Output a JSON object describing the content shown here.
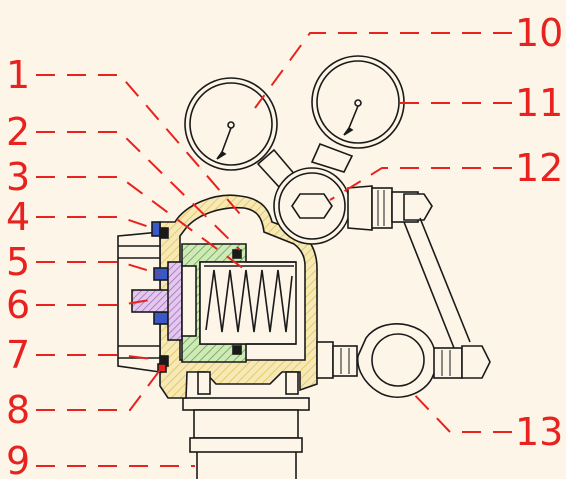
{
  "palette": {
    "background": "#fdf6e8",
    "callout": "#e8231f",
    "body_hatch": "#e8cf72",
    "spring_seat": "#7ec06a",
    "stem": "#b07cc4",
    "seal": "#3b58c9"
  },
  "callouts": [
    {
      "id": 1,
      "label": "1"
    },
    {
      "id": 2,
      "label": "2"
    },
    {
      "id": 3,
      "label": "3"
    },
    {
      "id": 4,
      "label": "4"
    },
    {
      "id": 5,
      "label": "5"
    },
    {
      "id": 6,
      "label": "6"
    },
    {
      "id": 7,
      "label": "7"
    },
    {
      "id": 8,
      "label": "8"
    },
    {
      "id": 9,
      "label": "9"
    },
    {
      "id": 10,
      "label": "10"
    },
    {
      "id": 11,
      "label": "11"
    },
    {
      "id": 12,
      "label": "12"
    },
    {
      "id": 13,
      "label": "13"
    }
  ]
}
